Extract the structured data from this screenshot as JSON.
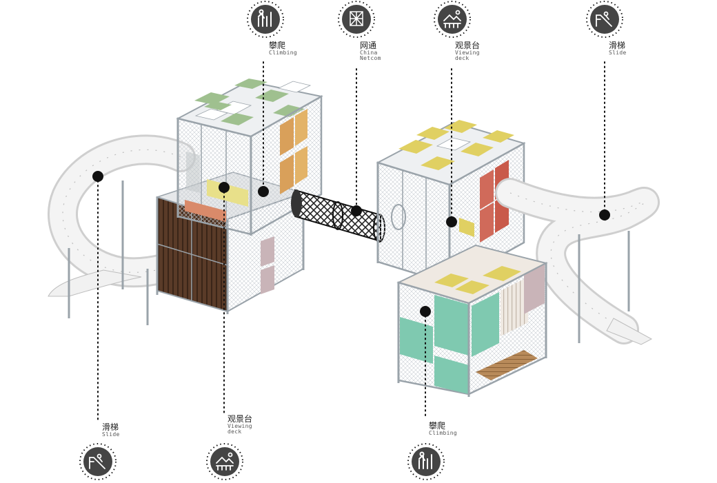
{
  "diagram": {
    "colors": {
      "frame": "#9aa3aa",
      "mesh": "#c8cdd2",
      "green_panel": "#9fc08f",
      "yellow_panel": "#e0d062",
      "teal_panel": "#7fc9b0",
      "orange_panel": "#d9a05a",
      "red_panel": "#d06a5a",
      "mauve_panel": "#c9b4b8",
      "wood": "#5a3b28",
      "deck_wood": "#b88a5a",
      "slide": "#ececec",
      "marker": "#111111",
      "icon_bg": "#454545"
    },
    "labels": [
      {
        "id": "climbing-top",
        "zh": "攀爬",
        "en": [
          "Climbing"
        ],
        "icon": "climbing-icon"
      },
      {
        "id": "netcom",
        "zh": "网通",
        "en": [
          "China",
          "Netcom"
        ],
        "icon": "net-icon"
      },
      {
        "id": "deck-top",
        "zh": "观景台",
        "en": [
          "Viewing",
          "deck"
        ],
        "icon": "viewing-deck-icon"
      },
      {
        "id": "slide-top",
        "zh": "滑梯",
        "en": [
          "Slide"
        ],
        "icon": "slide-icon"
      },
      {
        "id": "slide-bottom",
        "zh": "滑梯",
        "en": [
          "Slide"
        ],
        "icon": "slide-icon"
      },
      {
        "id": "deck-bottom",
        "zh": "观景台",
        "en": [
          "Viewing",
          "deck"
        ],
        "icon": "viewing-deck-icon"
      },
      {
        "id": "climbing-bottom",
        "zh": "攀爬",
        "en": [
          "Climbing"
        ],
        "icon": "climbing-icon"
      }
    ]
  }
}
